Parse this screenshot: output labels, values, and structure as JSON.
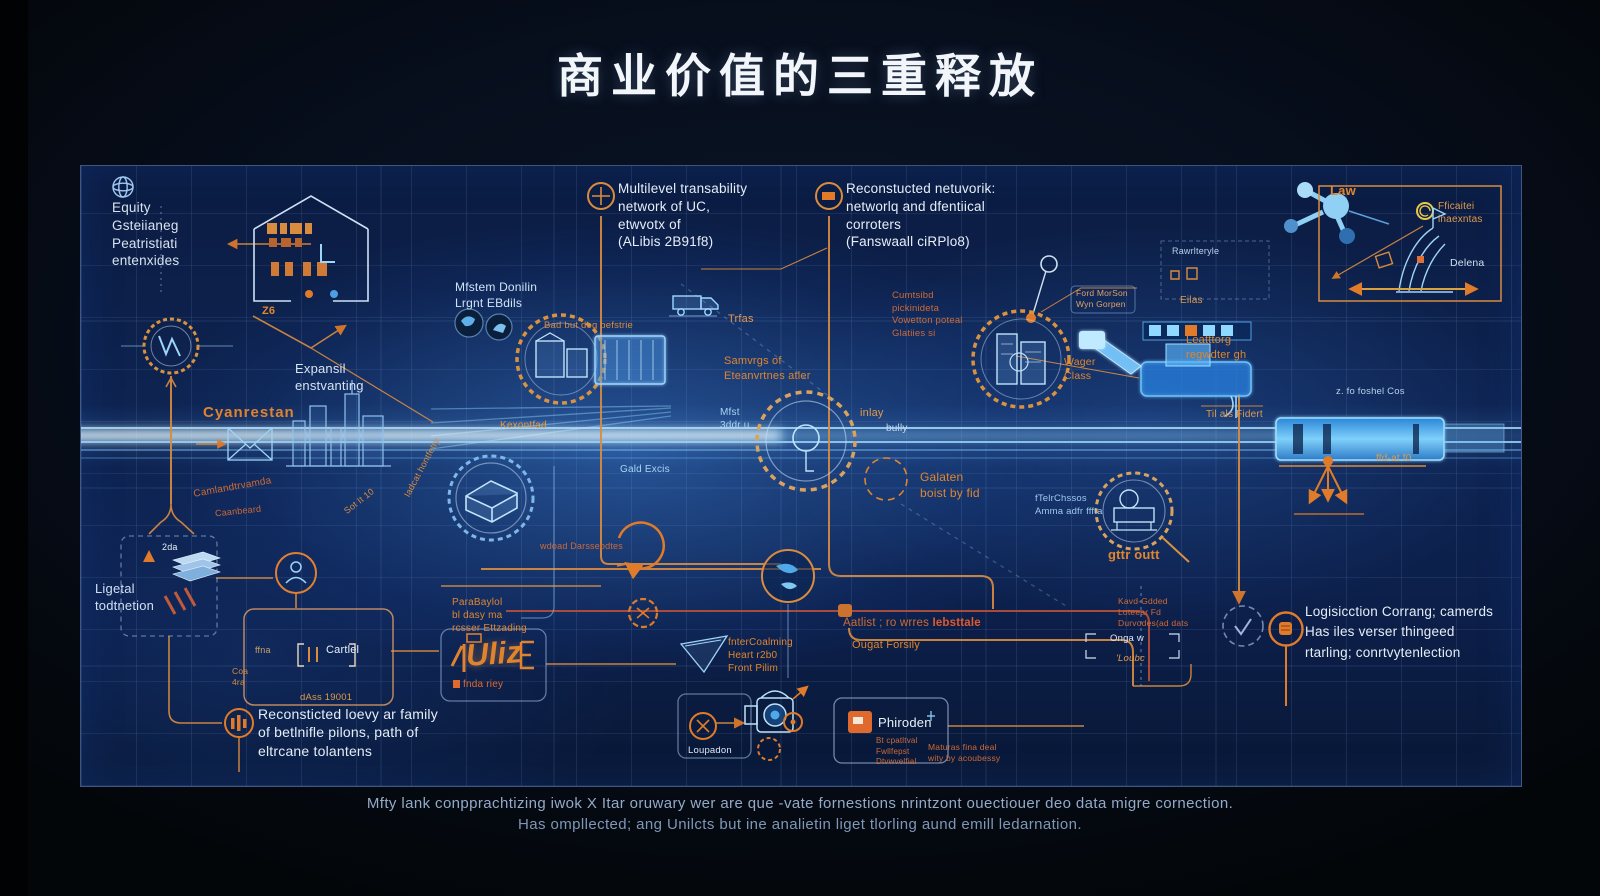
{
  "title": "商业价值的三重释放",
  "colors": {
    "accent_orange": "#e07b2a",
    "deep_orange": "#cf6a34",
    "accent_blue": "#7ec8f5",
    "beam_core": "#eaf8ff",
    "panel_blue": "#0e2452",
    "text_light": "#d7e3f0",
    "red_line": "#b8503a",
    "yellow": "#e8c84a"
  },
  "icons": {
    "globe-icon": "circle with meridians",
    "crosshair-icon": "ring with cross arrows",
    "chip-icon": "ring with block",
    "house-icon": "house outline with glyph blocks",
    "molecule-icon": "linked blue nodes",
    "sail-icon": "wireframe sail",
    "pendulum-icon": "hanging weight",
    "gear-ring-icon": "toothed ring",
    "package-icon": "isometric box",
    "factory-icon": "wireframe machine",
    "building-icon": "wireframe tower",
    "robot-arm-icon": "glowing excavator arm",
    "truck-icon": "wireframe truck",
    "person-icon": "ring with person",
    "docs-stack-icon": "stack of sheets",
    "equalizer-icon": "ring with bars",
    "camera-icon": "wireframe camera head",
    "globe-node-icon": "ring with blue swirl",
    "refresh-icon": "circular arrows",
    "dial-icon": "dashed ring with check",
    "fist-icon": "ring with orange fist",
    "beam": "glowing horizontal light beam",
    "fork-arrow-icon": "three-way orange arrows"
  },
  "labels": {
    "equity": "Equity\nGsteiianeg\nPeatristiati\nentenxides",
    "multilevel": "Multilevel transability\nnetwork of UC,\netwvotx of\n(ALibis 2B91f8)",
    "reconstructed_network": "Reconstucted netuvorik:\nnetworlq and dfentiical\ncorroters\n(Fanswaall ciRPlo8)",
    "law": "Law",
    "law_note": "Fficaitei\ninaexntas",
    "delena": "Delena",
    "rateloria": "Rawrlteryle",
    "elias": "Eilas",
    "mfstem": "Mfstem Donilin\nLrgnt EBdils",
    "bad_but": "Bad but dog befstrie",
    "trfas": "Trfas",
    "expansil": "Expansil\nenstvanting",
    "cyanrestan": "Cyanrestan",
    "caanbeard": "Caanbeard",
    "samvrgs": "Samvrgs of\nEteanvrtnes atler",
    "kexonfad": "Kexontfad",
    "mfst": "Mfst\n3ddr u",
    "gald": "Gald Excis",
    "inlay": "inlay",
    "bully": "bully",
    "galaten": "Galaten\nboist by fid",
    "cumtsibd": "Cumtsibd\npickinideta\nVowetton poteal\nGlatiies si",
    "ford": "Ford MorSon\nWyn Gorpen",
    "wager": "Wager\nClass",
    "leatttorg": "Leatttorg\nregwdter gh",
    "til": "Til als Fidert",
    "tofoshel": "z. fo foshel Cos",
    "ffd": "ffd-at f0",
    "ftelr": "fTelrChssos\nAmma adfr fffta",
    "gttr": "gttr outt",
    "aatlist_pre": "Aatlist ; ro wrres ",
    "aatlist_bold": "Iebsttale",
    "ougat": "Ougat Forsily",
    "fnterconlming": "fnterCoalming\nHeart r2b0\nFront Pilim",
    "parabaylol": "ParaBaylol\nbl dasy ma\nrcsser Ettzading",
    "uliz": "Uliz",
    "uliz_sub": "fnda riey",
    "cartlel": "Cartlel",
    "ffna": "ffna",
    "coa": "Coa\n4ra",
    "cartlel_sub": "dAss 19001",
    "ligetal": "Ligetal\ntodtnetion",
    "l2da": "2da",
    "reconsticted": "Reconsticted loevy ar family\nof betlnifle pilons, path of\neltrcane tolantens",
    "phiroden": "Phiroden",
    "phiroden_sub": "Bt cpatltval\nFwllfepst\nDtvwvelfial",
    "maturas": "Maturas fina deal\nwity by acoubessy",
    "loupadon": "Loupadon",
    "kavd": "Kavd-Gdded\nLoteear Fd\nDurvodes(ad dats",
    "onga": "Onga w",
    "loubc": "'Loubc",
    "wdoad": "wdoad Darsseodtes",
    "sot": "Sot It 10",
    "iadcat": "Iadcat hontfetry",
    "camland": "Camlandtrvamda",
    "z6": "Z6",
    "logisicction": "Logisicction Corrang; camerds\nHas iles verser thingeed\nrtarling; conrtvytenlection"
  },
  "captions": {
    "line1": "Mfty lank conpprachtizing iwok X Itar oruwary wer are que -vate fornestions nrintzont ouectiouer deo data migre cornection.",
    "line2": "Has ompllected; ang Unilcts but ine analietin liget tlorling aund emill ledarnation."
  }
}
